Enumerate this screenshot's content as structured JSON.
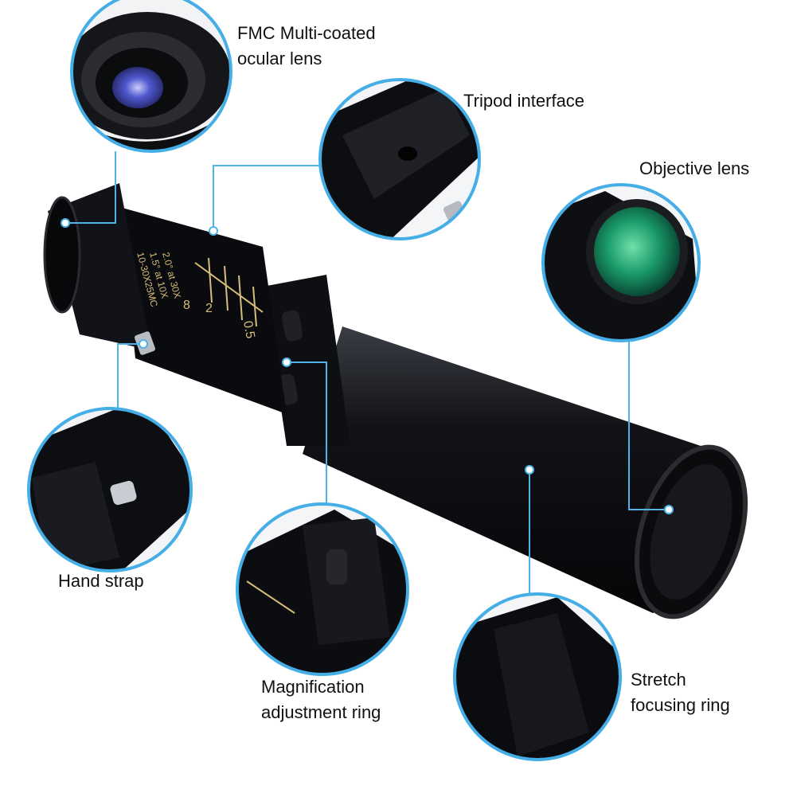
{
  "callouts": {
    "ocular_lens": {
      "lines": [
        "FMC Multi-coated",
        "ocular lens"
      ]
    },
    "tripod_interface": {
      "lines": [
        "Tripod interface"
      ]
    },
    "objective_lens": {
      "lines": [
        "Objective lens"
      ]
    },
    "hand_strap": {
      "lines": [
        "Hand strap"
      ]
    },
    "magnification_ring": {
      "lines": [
        "Magnification",
        "adjustment ring"
      ]
    },
    "focusing_ring": {
      "lines": [
        "Stretch",
        "focusing ring"
      ]
    }
  },
  "product_markings": {
    "spec_lines": [
      "10-30X25MC",
      "1.5° at 10X",
      "2.0° at 30X"
    ],
    "zoom_scale": [
      "8",
      "2",
      "0.5"
    ]
  },
  "colors": {
    "callout_line": "#4fb3e8",
    "callout_ring": "#45aee6",
    "body": "#0c0d10",
    "engraving": "#d7bd7a",
    "objective_glass": "#1f9a6a",
    "ocular_glass": "#4a52c8"
  }
}
